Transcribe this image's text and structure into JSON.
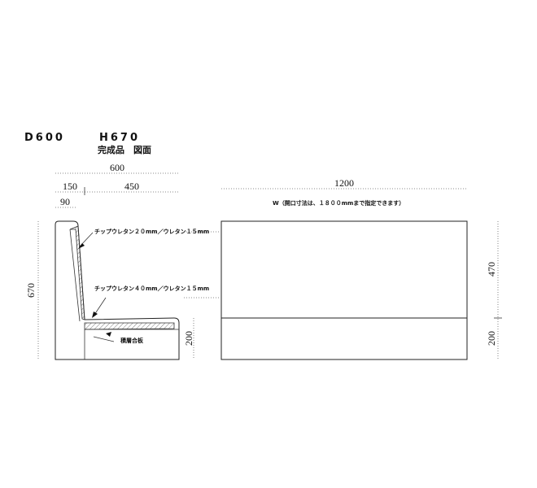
{
  "header": {
    "depth": "D600",
    "height": "H670",
    "subtitle": "完成品　図面"
  },
  "side_view": {
    "dim_total_depth": "600",
    "dim_back_depth": "150",
    "dim_seat_depth": "450",
    "dim_back_top": "90",
    "dim_total_height": "670",
    "dim_seat_height": "200",
    "note_back": "チップウレタン２０mm／ウレタン１５mm",
    "note_seat": "チップウレタン４０mm／ウレタン１５mm",
    "note_base": "積層合板"
  },
  "front_view": {
    "dim_width": "1200",
    "width_note": "W（開口寸法は、１８００mmまで指定できます）",
    "dim_back_height": "470",
    "dim_seat_height": "200"
  }
}
